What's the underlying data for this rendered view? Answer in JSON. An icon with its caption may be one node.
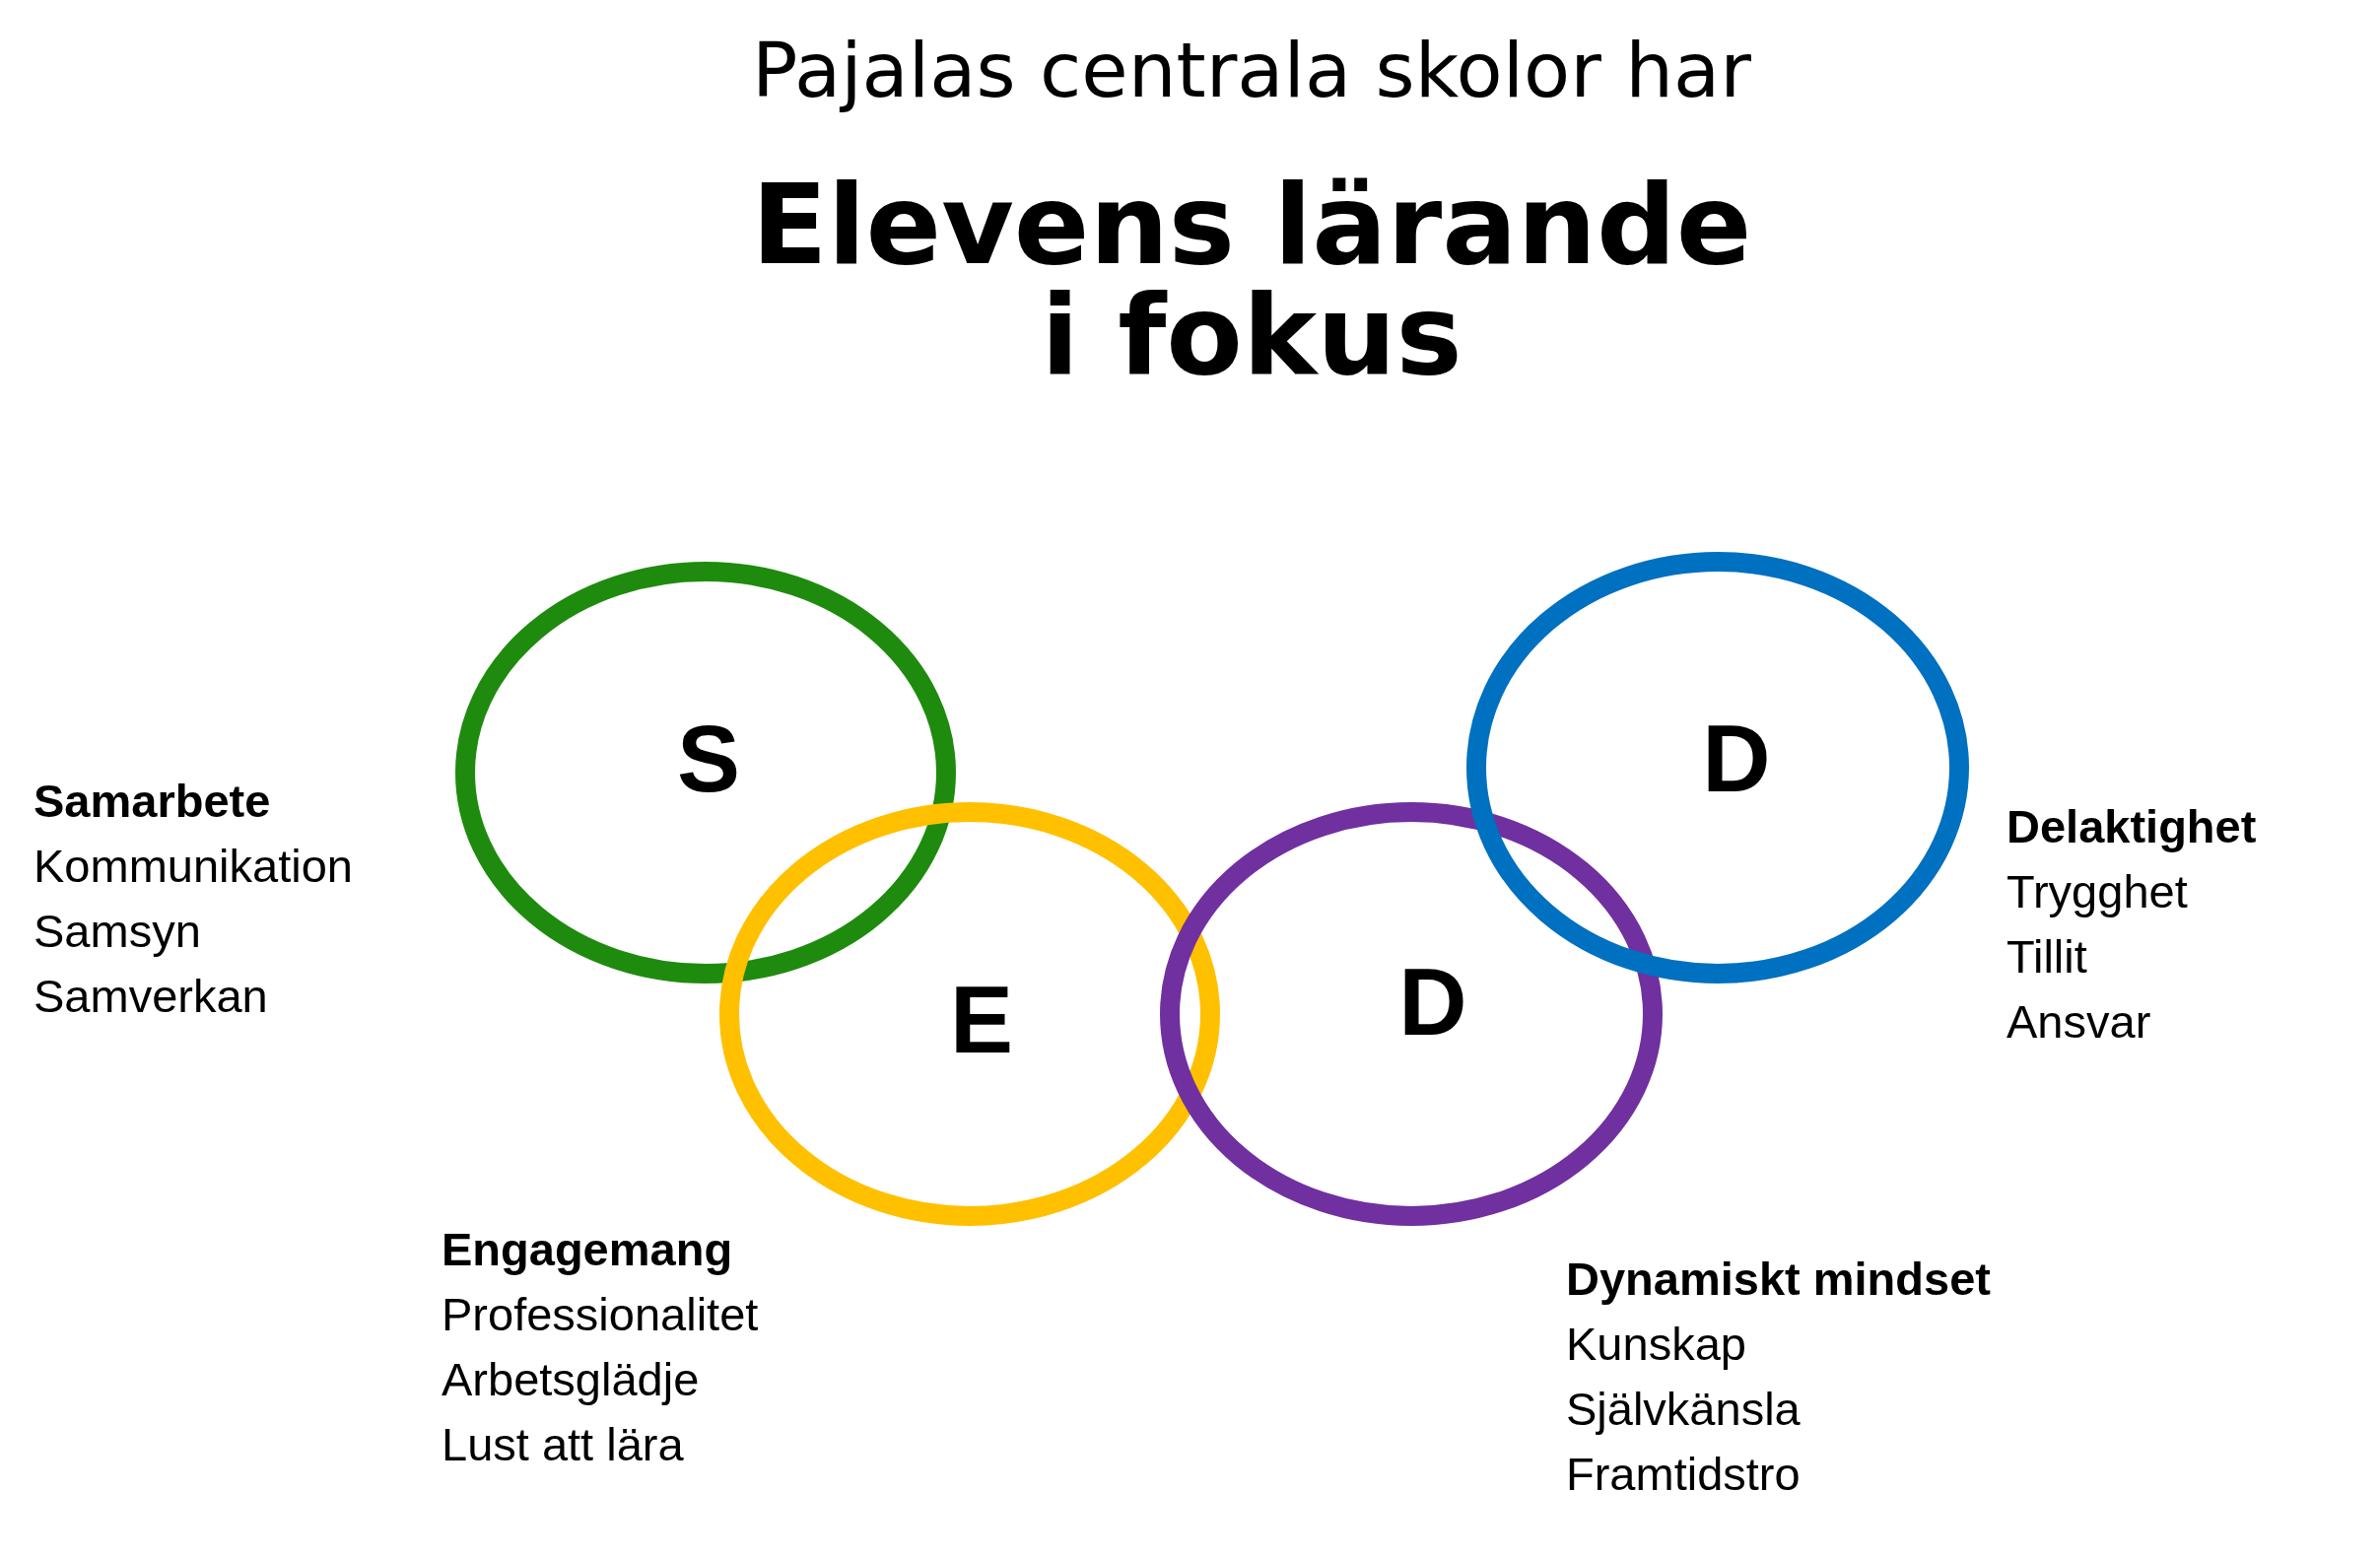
{
  "diagram": {
    "title": "Elevens lärande i fokus",
    "nodes": [
      {
        "text": [
          "S"
        ],
        "beside": [
          "Samarbete",
          "Kommunikation",
          "Samsyn",
          "Samverkan"
        ]
      },
      {
        "text": [
          "E"
        ],
        "beside": [
          "Engagemang",
          "Professionalitet",
          "Arbetsglädje",
          "Lust att lära"
        ]
      },
      {
        "text": [
          "D"
        ],
        "beside": [
          "Dynamiskt mindset",
          "Kunskap",
          "Självkänsla",
          "Framtidstro"
        ]
      },
      {
        "text": [
          "D"
        ],
        "beside": [
          "Delaktighet",
          "Trygghet",
          "Tillit",
          "Ansvar"
        ]
      }
    ],
    "labels": [
      "Pajalas centrala skolor har"
    ]
  }
}
